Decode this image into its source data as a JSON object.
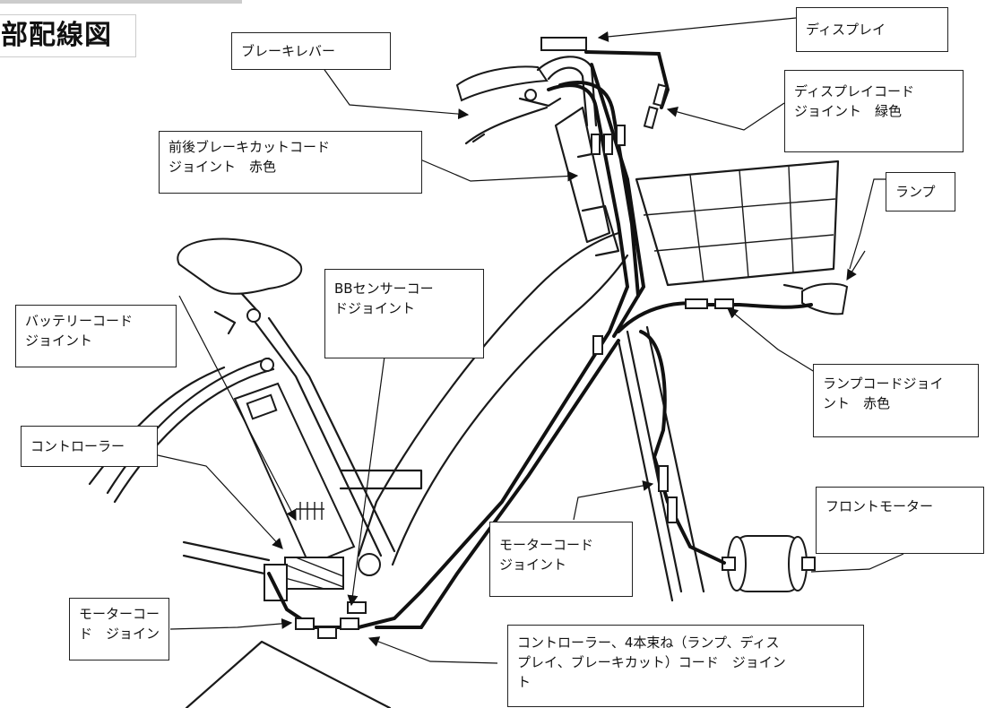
{
  "title": "部配線図",
  "labels": {
    "display": "ディスプレイ",
    "brake_lever": "ブレーキレバー",
    "display_cord": "ディスプレイコード\nジョイント　緑色",
    "brake_cut_cord": "前後ブレーキカットコード\nジョイント　赤色",
    "lamp": "ランプ",
    "bb_sensor": "BBセンサーコー\nドジョイント",
    "battery_cord": "バッテリーコード\nジョイント",
    "lamp_cord": "ランプコードジョイ\nント　赤色",
    "controller": "コントローラー",
    "front_motor": "フロントモーター",
    "motor_cord_front": "モーターコード\nジョイント",
    "motor_cord_rear": "モーターコー\nド　ジョイン",
    "controller_bundle": "コントローラー、4本束ね（ランプ、ディス\nプレイ、ブレーキカット）コード　ジョイン\nト"
  }
}
